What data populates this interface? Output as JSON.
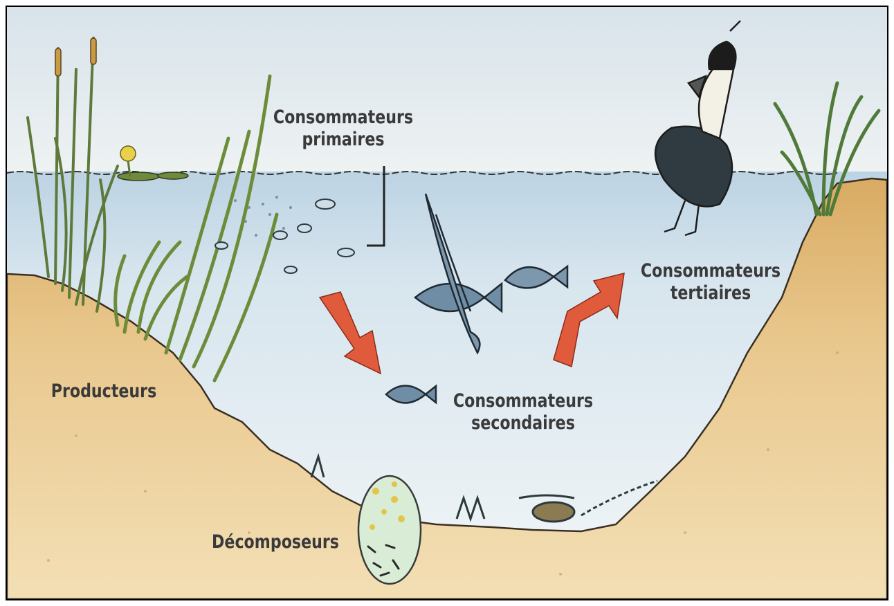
{
  "labels": {
    "primary": [
      "Consommateurs",
      "primaires"
    ],
    "tertiary": [
      "Consommateurs",
      "tertiaires"
    ],
    "producers": "Producteurs",
    "secondary": [
      "Consommateurs",
      "secondaires"
    ],
    "decomposers": "Décomposeurs"
  },
  "colors": {
    "sky": "#e3ebef",
    "water": "#c9dbe7",
    "soil": "#e7c689",
    "soil_dark": "#d9ab63",
    "arrow": "#e05a3c",
    "text": "#3a3a3a",
    "plant": "#7e9a4a"
  },
  "icons": [
    "cattail-icon",
    "lily-icon",
    "seaweed-icon",
    "fish-icon",
    "duck-icon",
    "grass-icon",
    "microbe-icon"
  ]
}
